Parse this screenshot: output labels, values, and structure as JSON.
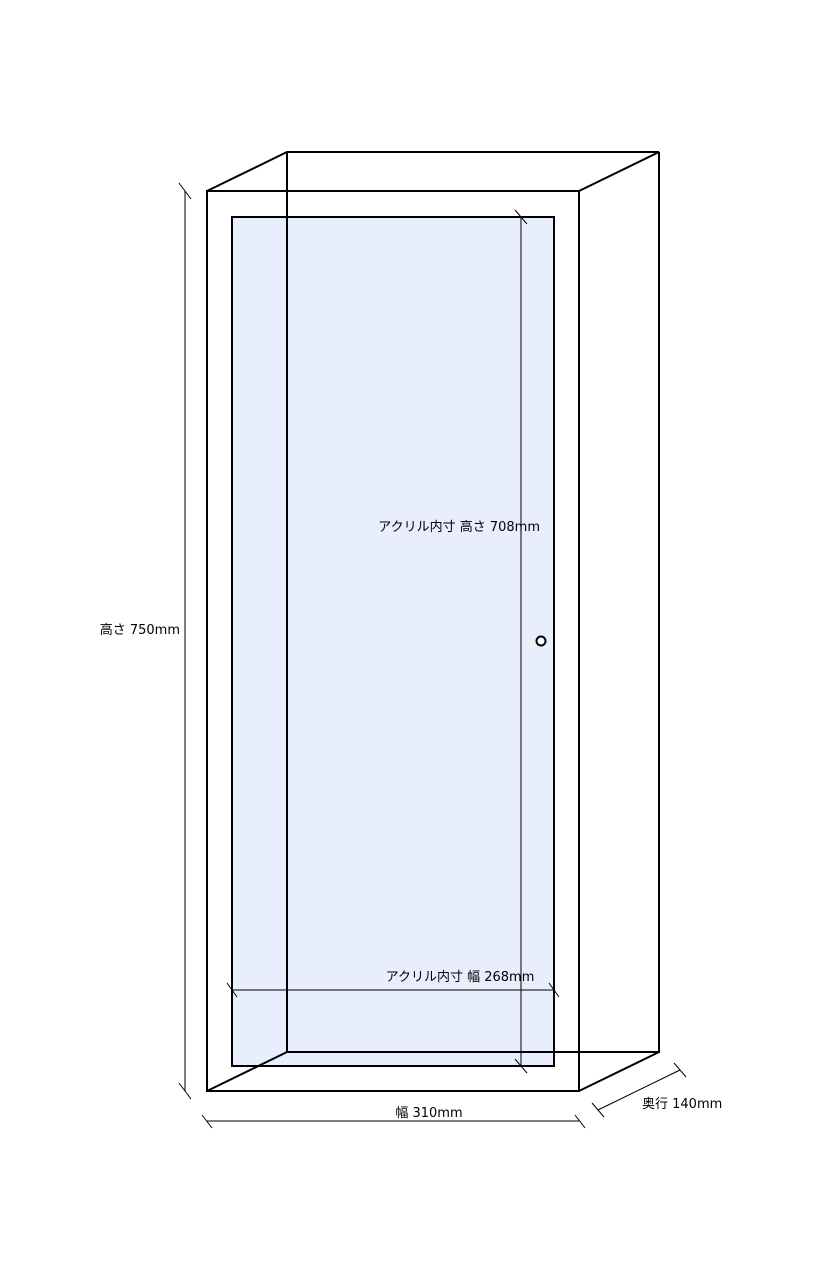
{
  "colors": {
    "background": "#ffffff",
    "line": "#000000",
    "acrylic_panel": "#e8eefc"
  },
  "dimensions": {
    "height_label": "高さ 750mm",
    "width_label": "幅 310mm",
    "depth_label": "奥行 140mm",
    "acrylic_height_label": "アクリル内寸 高さ 708mm",
    "acrylic_width_label": "アクリル内寸 幅 268mm"
  }
}
